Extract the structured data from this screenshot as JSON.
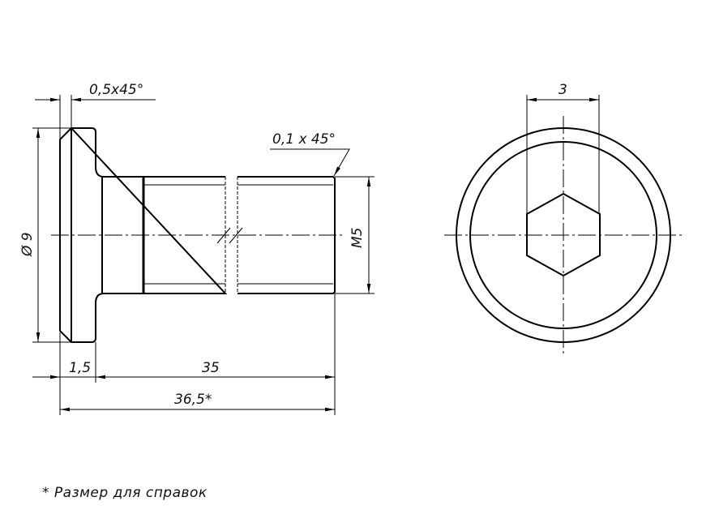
{
  "drawing": {
    "side_view": {
      "chamfer_head": "0,5x45°",
      "chamfer_thread": "0,1 x 45°",
      "diameter_head": "Ø 9",
      "thread_size": "M5",
      "head_height": "1,5",
      "shank_length": "35",
      "total_length": "36,5*"
    },
    "end_view": {
      "hex_size": "3"
    },
    "footnote": "* Размер для справок"
  }
}
